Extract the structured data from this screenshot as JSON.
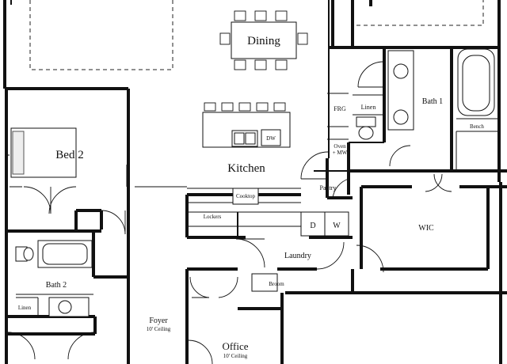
{
  "rooms": {
    "dining": "Dining",
    "kitchen": "Kitchen",
    "bed2": "Bed 2",
    "bath1": "Bath 1",
    "bath2": "Bath 2",
    "wic": "WIC",
    "laundry": "Laundry",
    "pantry": "Pantry",
    "foyer": "Foyer",
    "foyer_ceiling": "10' Ceiling",
    "office": "Office",
    "office_ceiling": "10' Ceiling"
  },
  "fixtures": {
    "frg": "FRG",
    "linen_top": "Linen",
    "linen_bath2": "Linen",
    "bench": "Bench",
    "oven_line1": "Oven",
    "oven_line2": "+ MW",
    "dw": "DW",
    "cooktop": "Cooktop",
    "lockers": "Lockers",
    "dryer": "D",
    "washer": "W",
    "broom": "Broom"
  },
  "colors": {
    "wall": "#111111",
    "background": "#ffffff"
  }
}
